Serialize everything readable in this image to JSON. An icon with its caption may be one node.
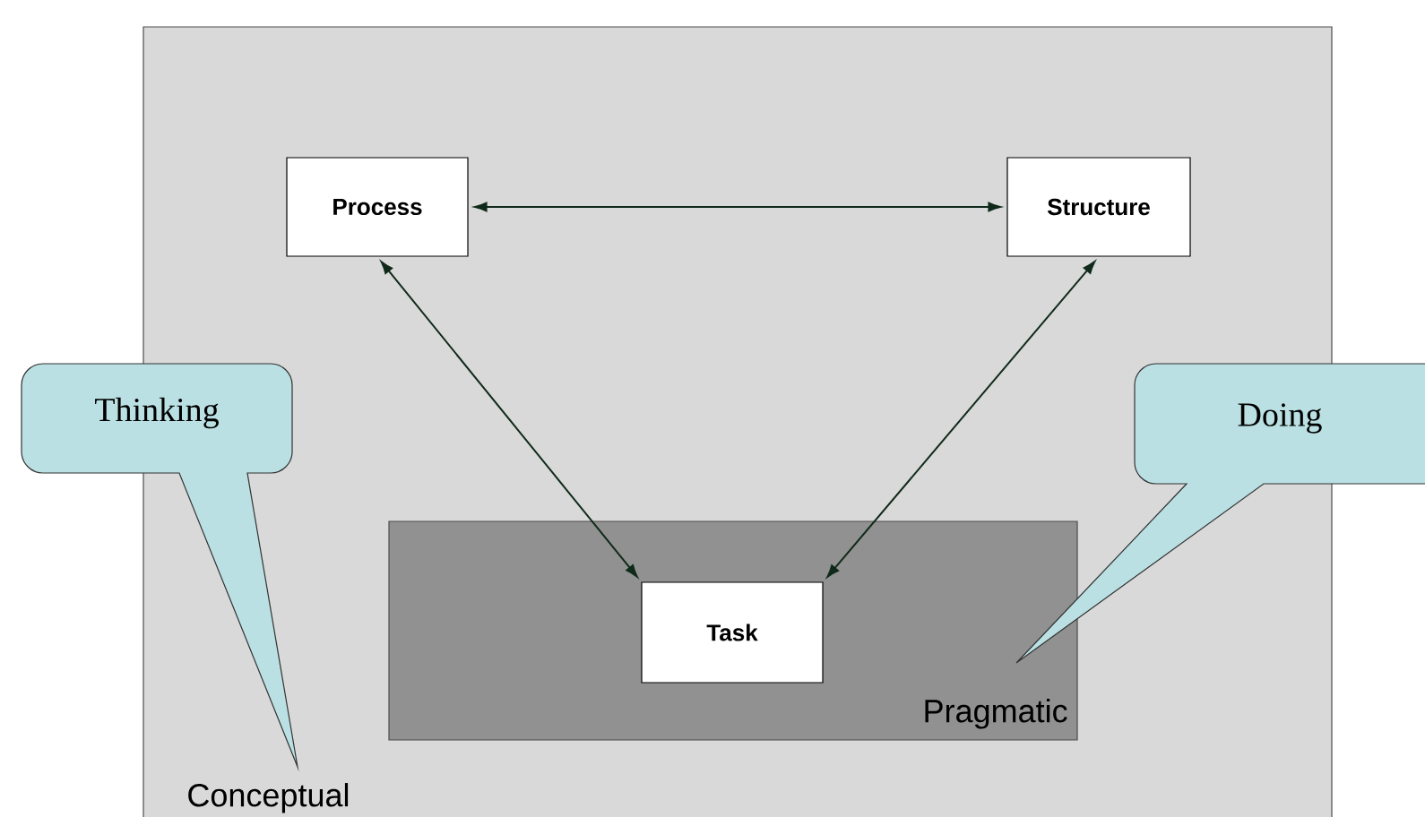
{
  "diagram": {
    "nodes": [
      {
        "text": [
          "Conceptual"
        ]
      },
      {
        "text": [
          "Process"
        ],
        "in": 0
      },
      {
        "text": [
          "Structure"
        ],
        "in": 0
      },
      {
        "text": [
          "Pragmatic"
        ],
        "in": 0
      },
      {
        "text": [
          "Task"
        ],
        "in": 3
      },
      {
        "text": [
          "Thinking"
        ]
      },
      {
        "text": [
          "Doing"
        ]
      }
    ],
    "edges": [
      {
        "from": 1,
        "to": 2,
        "arrow": "both"
      },
      {
        "from": 1,
        "to": 4,
        "arrow": "both"
      },
      {
        "from": 2,
        "to": 4,
        "arrow": "both"
      }
    ]
  }
}
